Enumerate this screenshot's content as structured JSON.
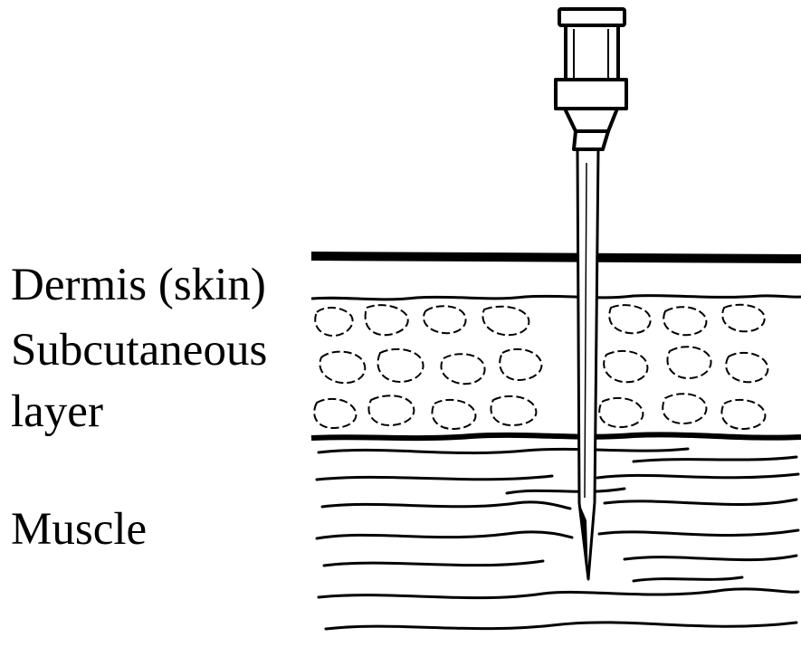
{
  "labels": {
    "dermis": "Dermis (skin)",
    "subcutaneous_line1": "Subcutaneous",
    "subcutaneous_line2": "layer",
    "muscle": "Muscle"
  },
  "colors": {
    "ink": "#000000",
    "paper": "#ffffff"
  }
}
